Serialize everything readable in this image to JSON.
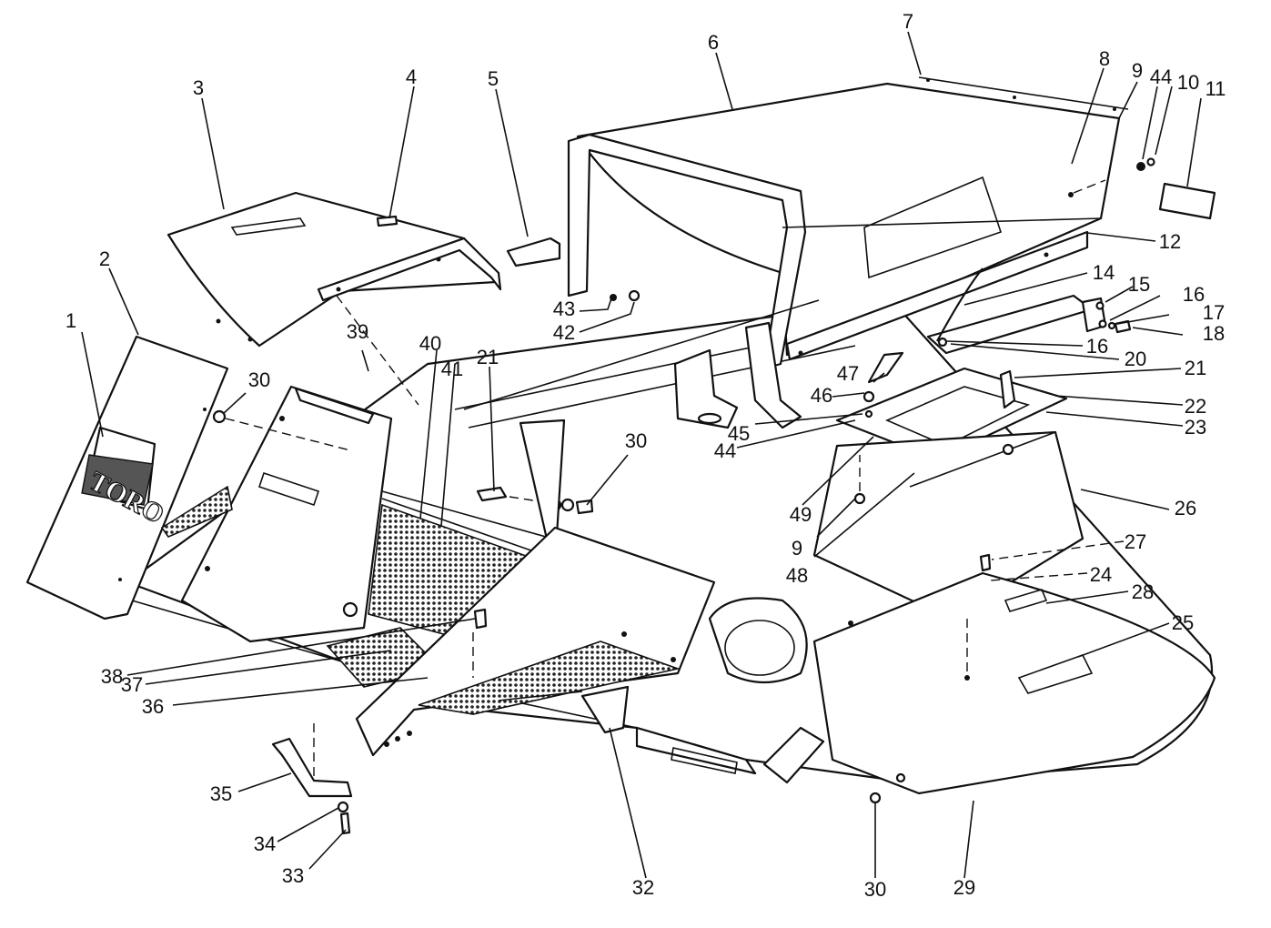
{
  "logo_text": "TORO",
  "colors": {
    "line": "#111111",
    "background": "#ffffff"
  },
  "callouts": [
    {
      "id": "c1",
      "text": "1"
    },
    {
      "id": "c2",
      "text": "2"
    },
    {
      "id": "c3",
      "text": "3"
    },
    {
      "id": "c4",
      "text": "4"
    },
    {
      "id": "c5",
      "text": "5"
    },
    {
      "id": "c6",
      "text": "6"
    },
    {
      "id": "c7",
      "text": "7"
    },
    {
      "id": "c8",
      "text": "8"
    },
    {
      "id": "c9a",
      "text": "9"
    },
    {
      "id": "c44a",
      "text": "44"
    },
    {
      "id": "c10",
      "text": "10"
    },
    {
      "id": "c11",
      "text": "11"
    },
    {
      "id": "c12",
      "text": "12"
    },
    {
      "id": "c14",
      "text": "14"
    },
    {
      "id": "c15",
      "text": "15"
    },
    {
      "id": "c16a",
      "text": "16"
    },
    {
      "id": "c17",
      "text": "17"
    },
    {
      "id": "c18",
      "text": "18"
    },
    {
      "id": "c16b",
      "text": "16"
    },
    {
      "id": "c20",
      "text": "20"
    },
    {
      "id": "c21a",
      "text": "21"
    },
    {
      "id": "c22",
      "text": "22"
    },
    {
      "id": "c23",
      "text": "23"
    },
    {
      "id": "c47",
      "text": "47"
    },
    {
      "id": "c46",
      "text": "46"
    },
    {
      "id": "c45",
      "text": "45"
    },
    {
      "id": "c44b",
      "text": "44"
    },
    {
      "id": "c49",
      "text": "49"
    },
    {
      "id": "c9b",
      "text": "9"
    },
    {
      "id": "c48",
      "text": "48"
    },
    {
      "id": "c26",
      "text": "26"
    },
    {
      "id": "c27",
      "text": "27"
    },
    {
      "id": "c24",
      "text": "24"
    },
    {
      "id": "c28",
      "text": "28"
    },
    {
      "id": "c25",
      "text": "25"
    },
    {
      "id": "c29",
      "text": "29"
    },
    {
      "id": "c30a",
      "text": "30"
    },
    {
      "id": "c32",
      "text": "32"
    },
    {
      "id": "c33",
      "text": "33"
    },
    {
      "id": "c34",
      "text": "34"
    },
    {
      "id": "c35",
      "text": "35"
    },
    {
      "id": "c36",
      "text": "36"
    },
    {
      "id": "c37",
      "text": "37"
    },
    {
      "id": "c38",
      "text": "38"
    },
    {
      "id": "c30b",
      "text": "30"
    },
    {
      "id": "c39",
      "text": "39"
    },
    {
      "id": "c40",
      "text": "40"
    },
    {
      "id": "c41",
      "text": "41"
    },
    {
      "id": "c21b",
      "text": "21"
    },
    {
      "id": "c30c",
      "text": "30"
    },
    {
      "id": "c43",
      "text": "43"
    },
    {
      "id": "c42",
      "text": "42"
    }
  ]
}
